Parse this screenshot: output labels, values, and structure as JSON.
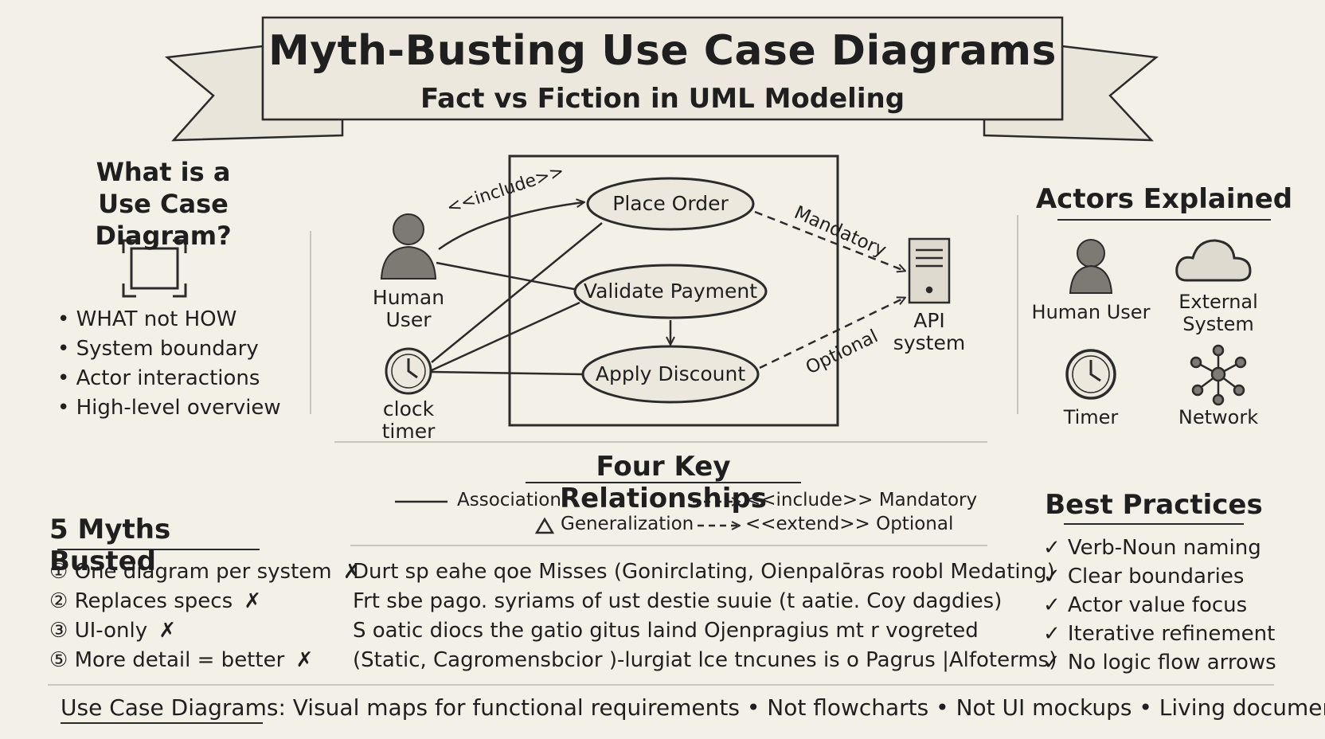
{
  "banner": {
    "title": "Myth-Busting Use Case Diagrams",
    "subtitle": "Fact vs Fiction in UML Modeling"
  },
  "intro": {
    "title_line1": "What is a",
    "title_line2": "Use Case Diagram?",
    "icon": "frame-icon",
    "bullets": [
      "WHAT not HOW",
      "System boundary",
      "Actor interactions",
      "High-level overview"
    ]
  },
  "diagram": {
    "actors": {
      "human_line1": "Human",
      "human_line2": "User",
      "clock_line1": "clock",
      "clock_line2": "timer",
      "api_line1": "API",
      "api_line2": "system"
    },
    "use_cases": [
      "Place Order",
      "Validate Payment",
      "Apply Discount"
    ],
    "labels": {
      "include": "<<include>>",
      "mandatory": "Mandatory",
      "optional": "Optional"
    }
  },
  "actors_explained": {
    "title": "Actors Explained",
    "items": [
      {
        "label_line1": "Human User",
        "label_line2": "",
        "icon": "person-icon"
      },
      {
        "label_line1": "External",
        "label_line2": "System",
        "icon": "cloud-icon"
      },
      {
        "label_line1": "Timer",
        "label_line2": "",
        "icon": "clock-icon"
      },
      {
        "label_line1": "Network",
        "label_line2": "",
        "icon": "network-icon"
      }
    ]
  },
  "relationships": {
    "title": "Four Key Relationships",
    "association": "Association",
    "generalization": "Generalization",
    "include": "<<include>> Mandatory",
    "extend": "<<extend>> Optional"
  },
  "myths": {
    "title": "5 Myths Busted",
    "items": [
      {
        "num": "①",
        "text": "One diagram per system",
        "mark": "✗"
      },
      {
        "num": "②",
        "text": "Replaces specs",
        "mark": "✗"
      },
      {
        "num": "③",
        "text": "UI-only",
        "mark": "✗"
      },
      {
        "num": "⑤",
        "text": "More detail = better",
        "mark": "✗"
      }
    ],
    "facts": [
      "Durt sp eahe qoe Misses (Gonirclating, Oienpalōras roobl Medating)",
      "Frt sbe pago. syriams of ust destie suuie (t aatie. Coy dagdies)",
      "S oatic diocs the gatio gitus laind Ojenpragius mt r vogreted",
      "(Static, Cagromensbcior )-lurgiat lce tncunes is o Pagrus |Alfoterms)"
    ]
  },
  "best_practices": {
    "title": "Best Practices",
    "items": [
      "Verb-Noun naming",
      "Clear boundaries",
      "Actor value focus",
      "Iterative refinement",
      "No logic flow arrows"
    ]
  },
  "footer": "Use Case Diagrams: Visual maps for functional requirements • Not flowcharts • Not UI mockups • Living documents"
}
